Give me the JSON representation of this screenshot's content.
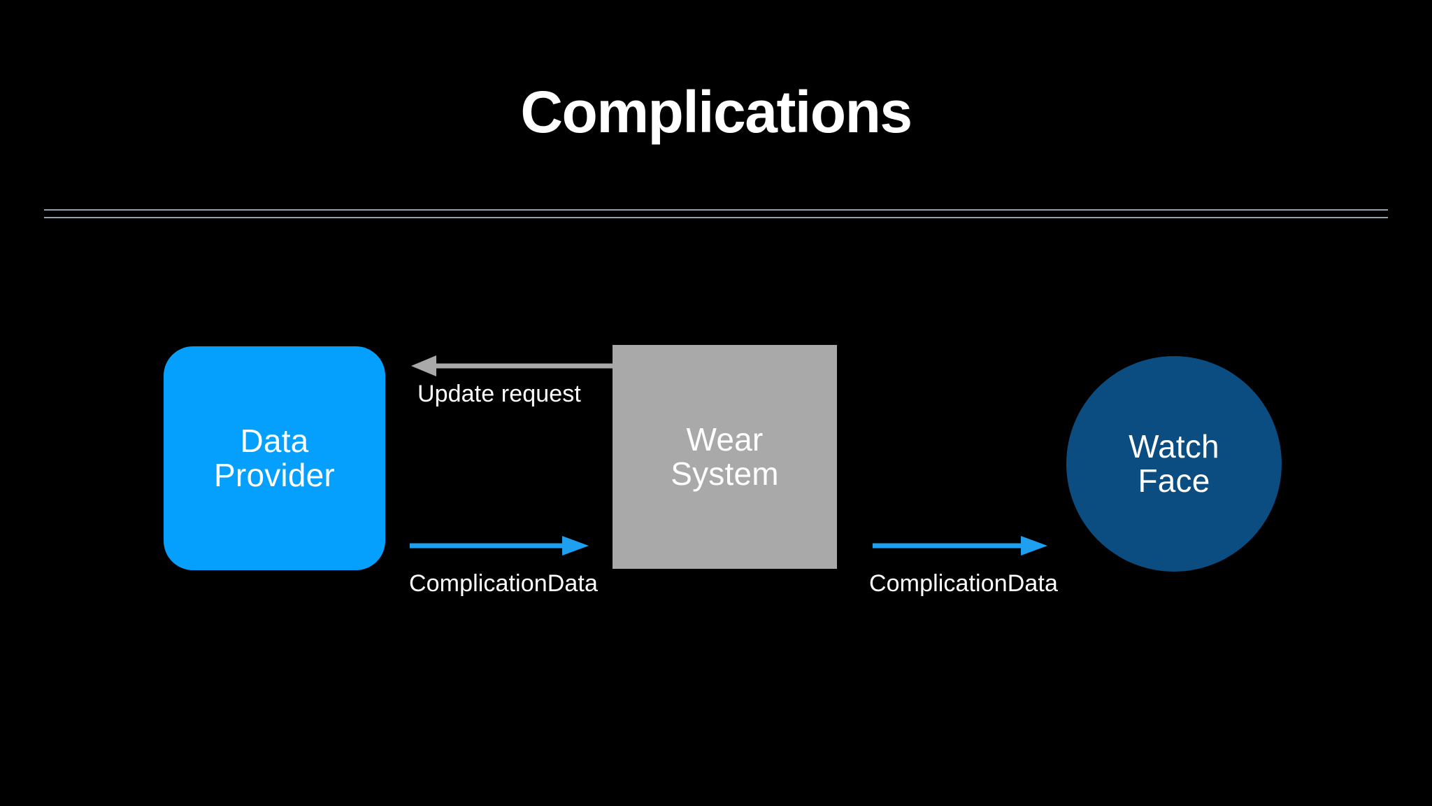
{
  "slide": {
    "title": "Complications",
    "background_color": "#000000",
    "divider_color": "#8fa3b3"
  },
  "diagram": {
    "nodes": [
      {
        "id": "data-provider",
        "label": "Data\nProvider",
        "shape": "rounded-rect",
        "fill": "#05a0fd",
        "text_color": "#ffffff"
      },
      {
        "id": "wear-system",
        "label": "Wear\nSystem",
        "shape": "square",
        "fill": "#a9a9a9",
        "text_color": "#ffffff"
      },
      {
        "id": "watch-face",
        "label": "Watch\nFace",
        "shape": "circle",
        "fill": "#0b4c81",
        "text_color": "#ffffff"
      }
    ],
    "connectors": [
      {
        "id": "update-request",
        "label": "Update request",
        "from": "wear-system",
        "to": "data-provider",
        "direction": "left",
        "color": "#a9a9a9"
      },
      {
        "id": "complication-data-left",
        "label": "ComplicationData",
        "from": "data-provider",
        "to": "wear-system",
        "direction": "right",
        "color": "#1e9ff0"
      },
      {
        "id": "complication-data-right",
        "label": "ComplicationData",
        "from": "wear-system",
        "to": "watch-face",
        "direction": "right",
        "color": "#1e9ff0"
      }
    ]
  }
}
